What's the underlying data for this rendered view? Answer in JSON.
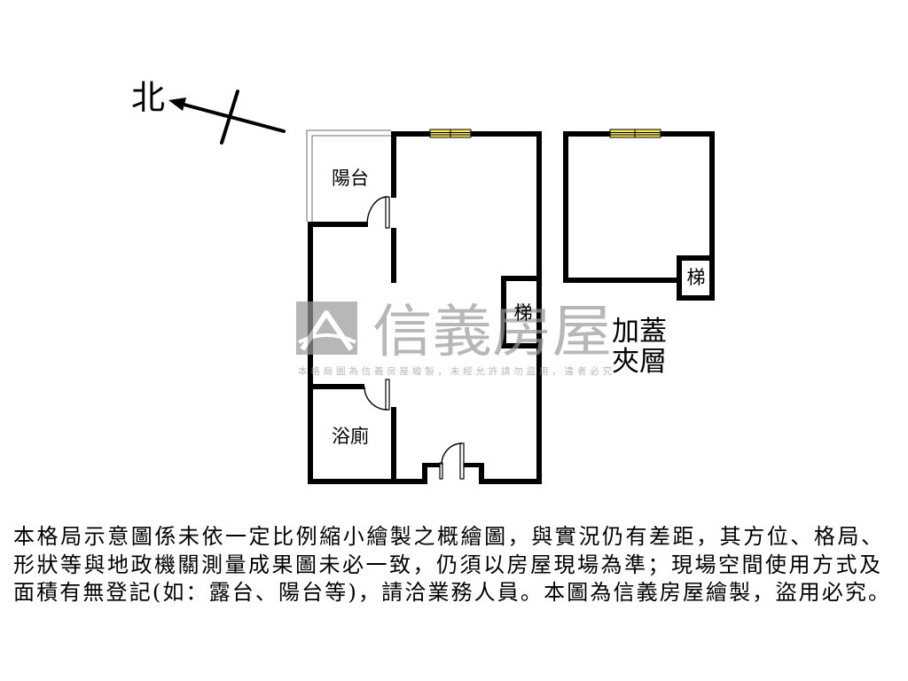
{
  "north_arrow": {
    "label": "北"
  },
  "floor_plan": {
    "balcony_label": "陽台",
    "bathroom_label": "浴廁",
    "stairs_label": "梯"
  },
  "mezzanine": {
    "label_lines": [
      "加蓋",
      "夾層"
    ],
    "stairs_label": "梯"
  },
  "watermark": {
    "brand": "信義房屋",
    "notice": "本格局圖為信義房屋繪製，未經允許請勿盜用，違者必究",
    "logo_icon": "sinyi-logo-icon"
  },
  "disclaimer": {
    "lines": [
      "本格局示意圖係未依一定比例縮小繪製之概繪圖，與實況仍有差距，其方位、格局、",
      "形狀等與地政機關測量成果圖未必一致，仍須以房屋現場為準；現場空間使用方式及",
      "面積有無登記(如：露台、陽台等)，請洽業務人員。本圖為信義房屋繪製，盜用必究。"
    ]
  },
  "colors": {
    "background": "#ffffff",
    "wall": "#000000",
    "window": "#f2e35c",
    "watermark": "#9a9a9a",
    "thin_line": "#6e6e6e"
  }
}
